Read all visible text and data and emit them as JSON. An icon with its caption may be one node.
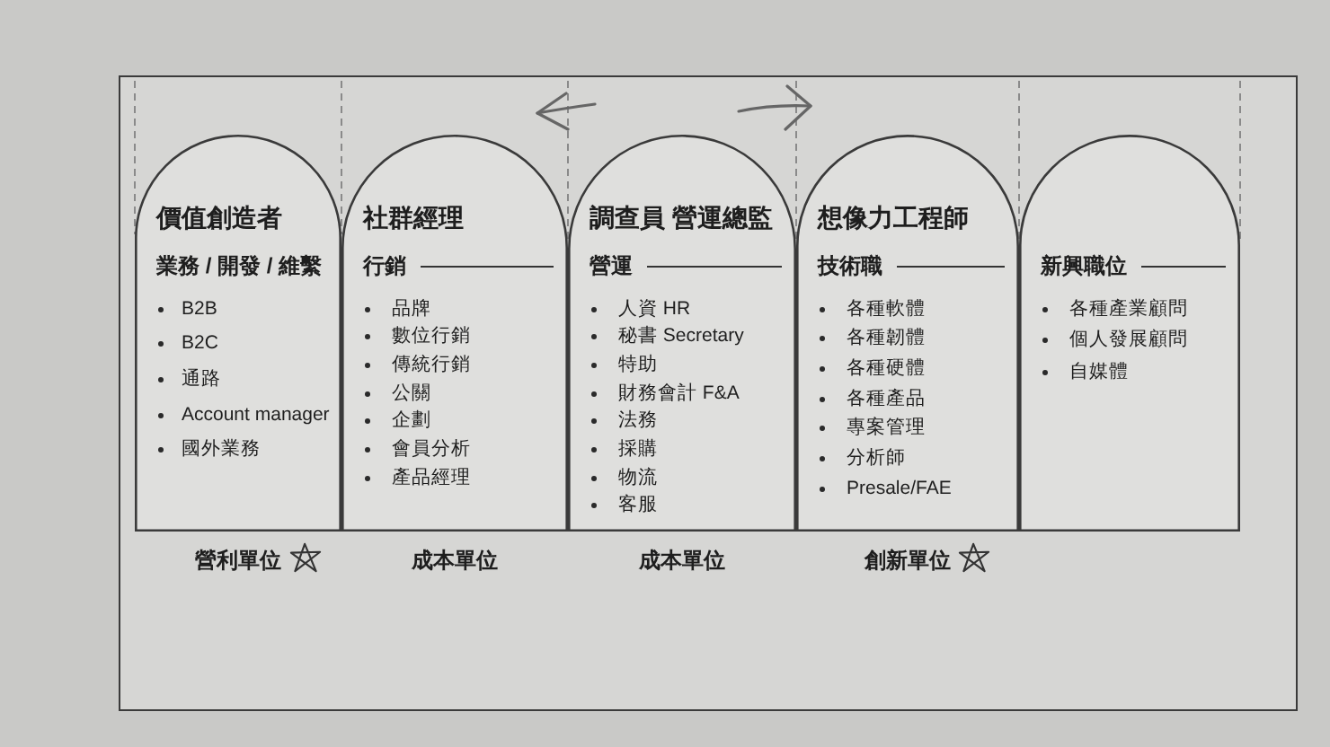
{
  "diagram": {
    "nodes": [
      {
        "text": [
          "價值創造者",
          "業務 / 開發 / 維繫",
          "B2B",
          "B2C",
          "通路",
          "Account manager",
          "國外業務"
        ],
        "beside": [
          "營利單位"
        ]
      },
      {
        "text": [
          "社群經理",
          "行銷",
          "品牌",
          "數位行銷",
          "傳統行銷",
          "公關",
          "企劃",
          "會員分析",
          "產品經理"
        ],
        "beside": [
          "成本單位"
        ]
      },
      {
        "text": [
          "調查員 營運總監",
          "營運",
          "人資 HR",
          "秘書 Secretary",
          "特助",
          "財務會計 F&A",
          "法務",
          "採購",
          "物流",
          "客服"
        ],
        "beside": [
          "成本單位"
        ]
      },
      {
        "text": [
          "想像力工程師",
          "技術職",
          "各種軟體",
          "各種韌體",
          "各種硬體",
          "各種產品",
          "專案管理",
          "分析師",
          "Presale/FAE"
        ],
        "beside": [
          "創新單位"
        ]
      },
      {
        "text": [
          "新興職位",
          "各種產業顧問",
          "個人發展顧問",
          "自媒體"
        ]
      }
    ]
  }
}
